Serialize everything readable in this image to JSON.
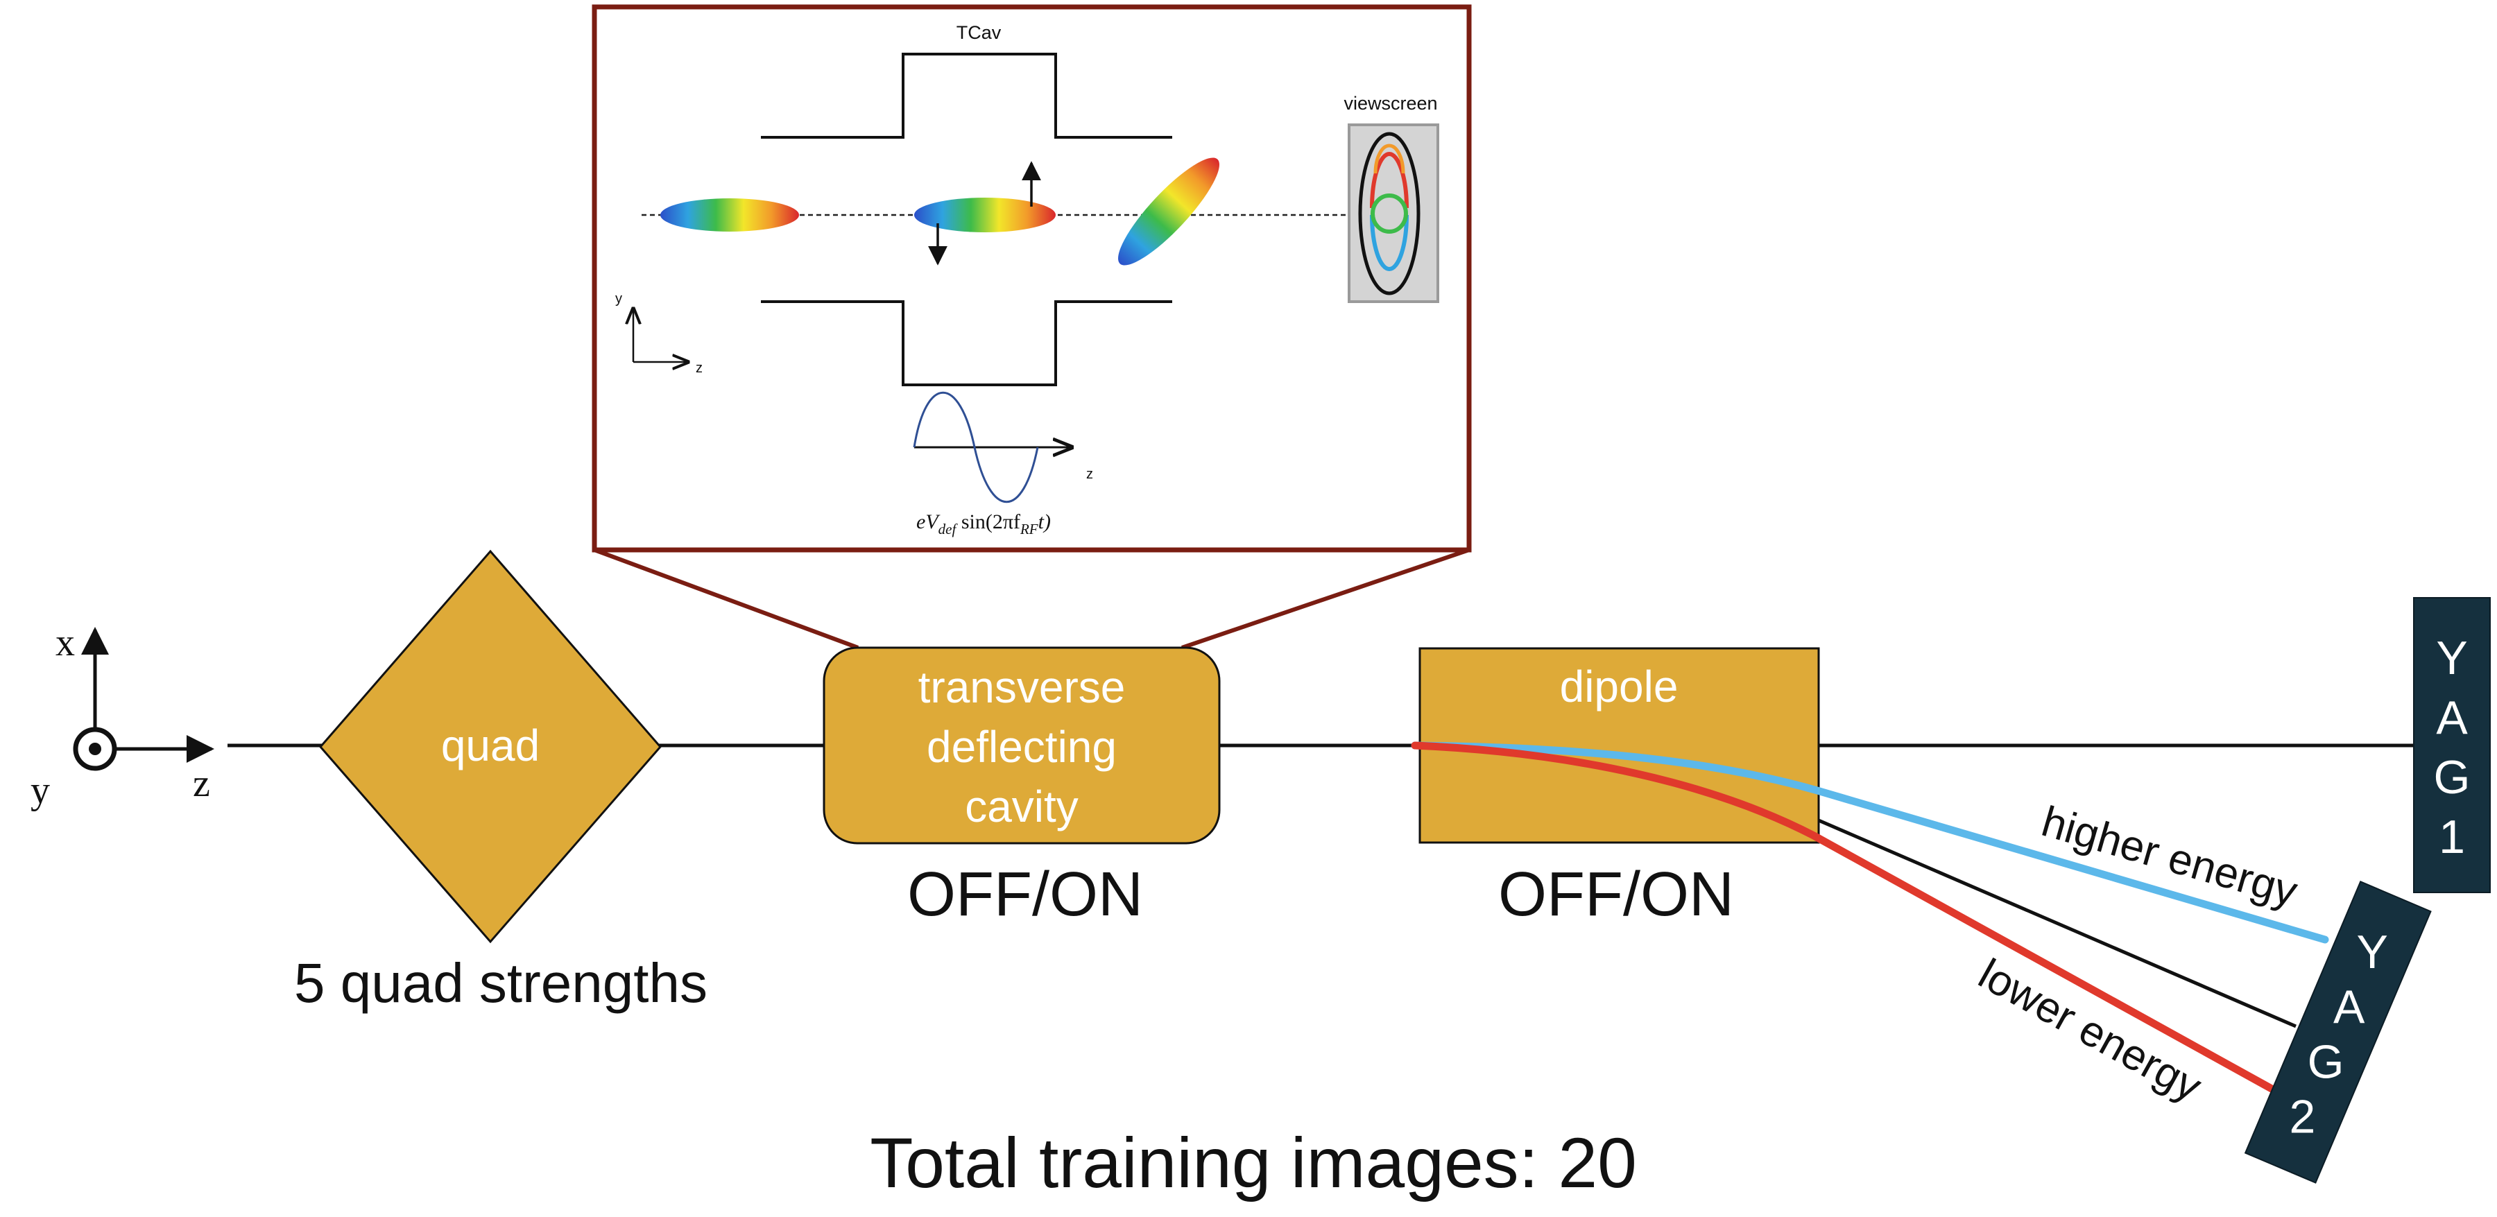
{
  "inset": {
    "tcav_label": "TCav",
    "viewscreen_label": "viewscreen",
    "axis_y": "y",
    "axis_z": "z",
    "wave_axis_z": "z",
    "formula": {
      "prefix": "eV",
      "prefix_sub": "def",
      "middle": " sin(2πf",
      "middle_sub": "RF",
      "suffix": "t)"
    }
  },
  "axes": {
    "x": "x",
    "y": "y",
    "z": "z"
  },
  "elements": {
    "quad": "quad",
    "tcav": [
      "transverse",
      "deflecting",
      "cavity"
    ],
    "dipole": "dipole",
    "yag1": [
      "Y",
      "A",
      "G",
      "1"
    ],
    "yag2": [
      "Y",
      "A",
      "G",
      "2"
    ]
  },
  "labels": {
    "quad_caption": "5 quad strengths",
    "tcav_state": "OFF/ON",
    "dipole_state": "OFF/ON",
    "higher_energy": "higher energy",
    "lower_energy": "lower energy",
    "total": "Total training images: 20"
  },
  "colors": {
    "element_fill": "#DEAA38",
    "inset_border": "#7A1D12",
    "screen_fill": "#15303E",
    "higher_energy": "#5CB8EA",
    "lower_energy": "#E0392C",
    "beamline": "#111111"
  }
}
